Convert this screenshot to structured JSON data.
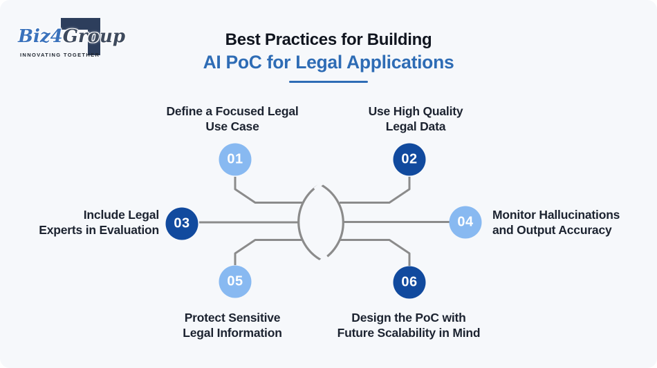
{
  "logo": {
    "brand_part1": "Biz",
    "brand_part2": "4",
    "brand_part3": "Group",
    "tagline": "INNOVATING TOGETHER",
    "bracket_color": "#2d3e5c",
    "brand_blue": "#3a72bc",
    "brand_dark": "#3e4a5d"
  },
  "title": {
    "line1": "Best Practices for Building",
    "line2": "AI PoC for Legal Applications",
    "line1_color": "#10151f",
    "line2_color": "#2e6cb5",
    "underline_color": "#2e6cb5"
  },
  "diagram": {
    "connector_color": "#8b8b8b",
    "background_color": "#f6f8fb",
    "colors": {
      "light": "#88b9f1",
      "dark": "#114a9e",
      "number_text": "#ffffff"
    },
    "items": [
      {
        "number": "01",
        "variant": "light",
        "label_line1": "Define a Focused Legal",
        "label_line2": "Use Case"
      },
      {
        "number": "02",
        "variant": "dark",
        "label_line1": "Use High Quality",
        "label_line2": "Legal Data"
      },
      {
        "number": "03",
        "variant": "dark",
        "label_line1": "Include Legal",
        "label_line2": "Experts in Evaluation"
      },
      {
        "number": "04",
        "variant": "light",
        "label_line1": "Monitor Hallucinations",
        "label_line2": "and Output Accuracy"
      },
      {
        "number": "05",
        "variant": "light",
        "label_line1": "Protect Sensitive",
        "label_line2": "Legal Information"
      },
      {
        "number": "06",
        "variant": "dark",
        "label_line1": "Design the PoC with",
        "label_line2": "Future Scalability in Mind"
      }
    ]
  }
}
